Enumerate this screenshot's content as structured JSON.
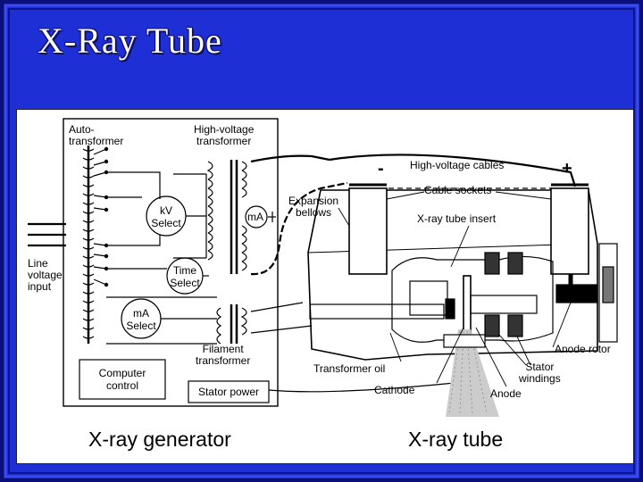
{
  "slide": {
    "title": "X-Ray Tube",
    "colors": {
      "background": "#1f2fd6",
      "frame_dark": "#0a0f7a",
      "figure_bg": "#ffffff"
    }
  },
  "figure": {
    "generator": {
      "autotransformer": "Auto-\ntransformer",
      "hv_transformer": "High-voltage\ntransformer",
      "kv_select": "kV\nSelect",
      "ma_meter": "mA",
      "time_select": "Time\nSelect",
      "ma_select": "mA\nSelect",
      "line_input": "Line\nvoltage\ninput",
      "filament_transformer": "Filament\ntransformer",
      "computer_control": "Computer\ncontrol",
      "stator_power": "Stator power",
      "caption": "X-ray generator"
    },
    "tube": {
      "hv_cables": "High-voltage cables",
      "minus": "-",
      "plus": "+",
      "cable_sockets": "Cable sockets",
      "expansion_bellows": "Expansion\nbellows",
      "tube_insert": "X-ray tube insert",
      "transformer_oil": "Transformer oil",
      "cathode": "Cathode",
      "anode": "Anode",
      "stator_windings": "Stator\nwindings",
      "anode_rotor": "Anode rotor",
      "caption": "X-ray tube"
    }
  }
}
